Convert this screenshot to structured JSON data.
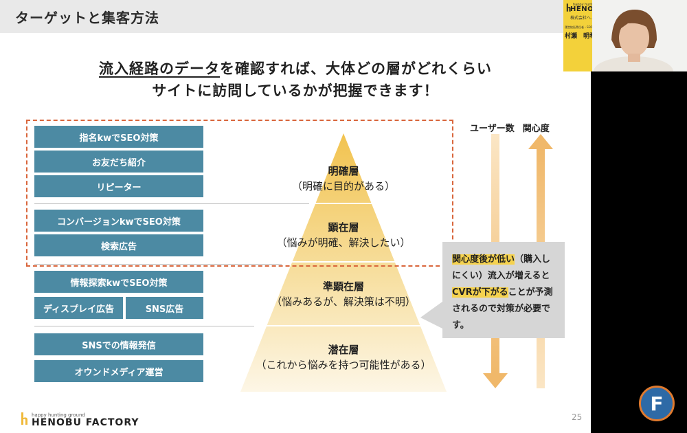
{
  "slide": {
    "title": "ターゲットと集客方法",
    "headline": {
      "line1_underlined": "流入経路のデータ",
      "line1_rest": "を確認すれば、大体どの層がどれくらい",
      "line2": "サイトに訪問しているかが把握できます！"
    },
    "tags": [
      "指名kwでSEO対策",
      "お友だち紹介",
      "リピーター",
      "コンバージョンkwでSEO対策",
      "検索広告",
      "情報探索kwでSEO対策",
      "ディスプレイ広告",
      "SNS広告",
      "SNSでの情報発信",
      "オウンドメディア運営"
    ],
    "pyramid_tiers": [
      {
        "name": "明確層",
        "desc": "（明確に目的がある）"
      },
      {
        "name": "顕在層",
        "desc": "（悩みが明確、解決したい）"
      },
      {
        "name": "準顕在層",
        "desc": "（悩みあるが、解決策は不明）"
      },
      {
        "name": "潜在層",
        "desc": "（これから悩みを持つ可能性がある）"
      }
    ],
    "axis": {
      "users": "ユーザー数",
      "interest": "関心度"
    },
    "callout": {
      "hl1": "関心度後が低い",
      "t1": "（購入しにくい）流入が増えると",
      "hl2": "CVRが下がる",
      "t2": "ことが予測されるので対策が必要です。"
    },
    "footer": {
      "tagline": "happy hunting ground",
      "brand": "HENOBU FACTORY"
    },
    "page_number": "25",
    "colors": {
      "tag_bg": "#4c8aa3",
      "dashed": "#d9663c",
      "pyramid": "#f2c86a",
      "highlight": "#f5d24e",
      "arrow": "#f0b86a"
    }
  },
  "speaker": {
    "tagline": "happy hunting ground",
    "brand": "HENOBU FACTORY",
    "company": "株式会社ヘノブファクトリー",
    "role": "運営統括責任者・SEOコンサルタント",
    "name": "村瀬　明希"
  },
  "app_button": {
    "label": "F",
    "icon": "f-logo-icon"
  }
}
